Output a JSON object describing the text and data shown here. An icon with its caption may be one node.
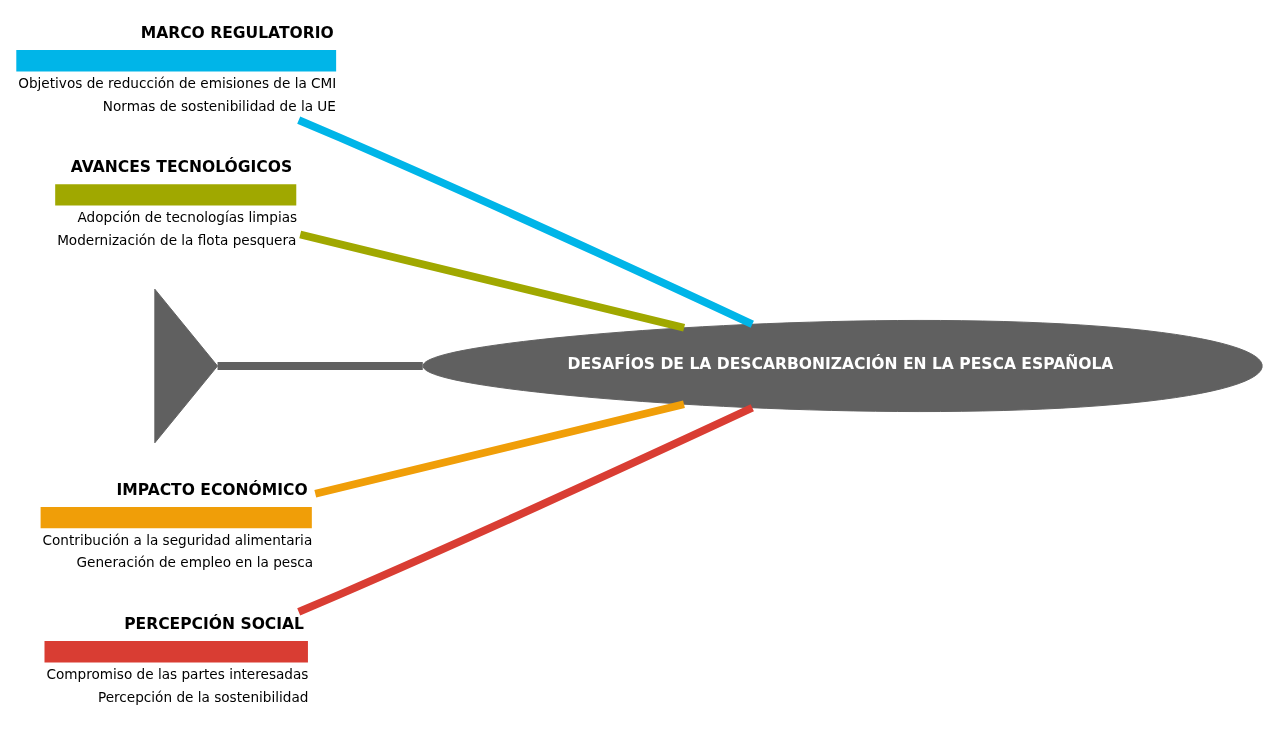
{
  "diagram": {
    "nodes": [
      {
        "text": [
          "MARCO REGULATORIO"
        ],
        "beside": [
          "Objetivos de reducción de emisiones de la CMI",
          "Normas de sostenibilidad de la UE"
        ]
      },
      {
        "text": [
          "AVANCES TECNOLÓGICOS"
        ],
        "beside": [
          "Adopción de tecnologías limpias",
          "Modernización de la flota pesquera"
        ]
      },
      {
        "text": [],
        "shape": "triangle"
      },
      {
        "text": [
          "DESAFÍOS DE LA DESCARBONIZACIÓN EN LA PESCA ESPAÑOLA"
        ]
      },
      {
        "text": [
          "IMPACTO ECONÓMICO"
        ],
        "beside": [
          "Contribución a la seguridad alimentaria",
          "Generación de empleo en la pesca"
        ]
      },
      {
        "text": [
          "PERCEPCIÓN SOCIAL"
        ],
        "beside": [
          "Compromiso de las partes interesadas",
          "Percepción de la sostenibilidad"
        ]
      }
    ],
    "edges": [
      {
        "from": 2,
        "to": 3,
        "arrow": "none"
      },
      {
        "from": 0,
        "to": 3,
        "arrow": "none",
        "color": "#00b5e8"
      },
      {
        "from": 1,
        "to": 3,
        "arrow": "none",
        "color": "#a0a800"
      },
      {
        "from": 4,
        "to": 3,
        "arrow": "none",
        "color": "#f09e08"
      },
      {
        "from": 5,
        "to": 3,
        "arrow": "none",
        "color": "#d93d33"
      }
    ]
  }
}
